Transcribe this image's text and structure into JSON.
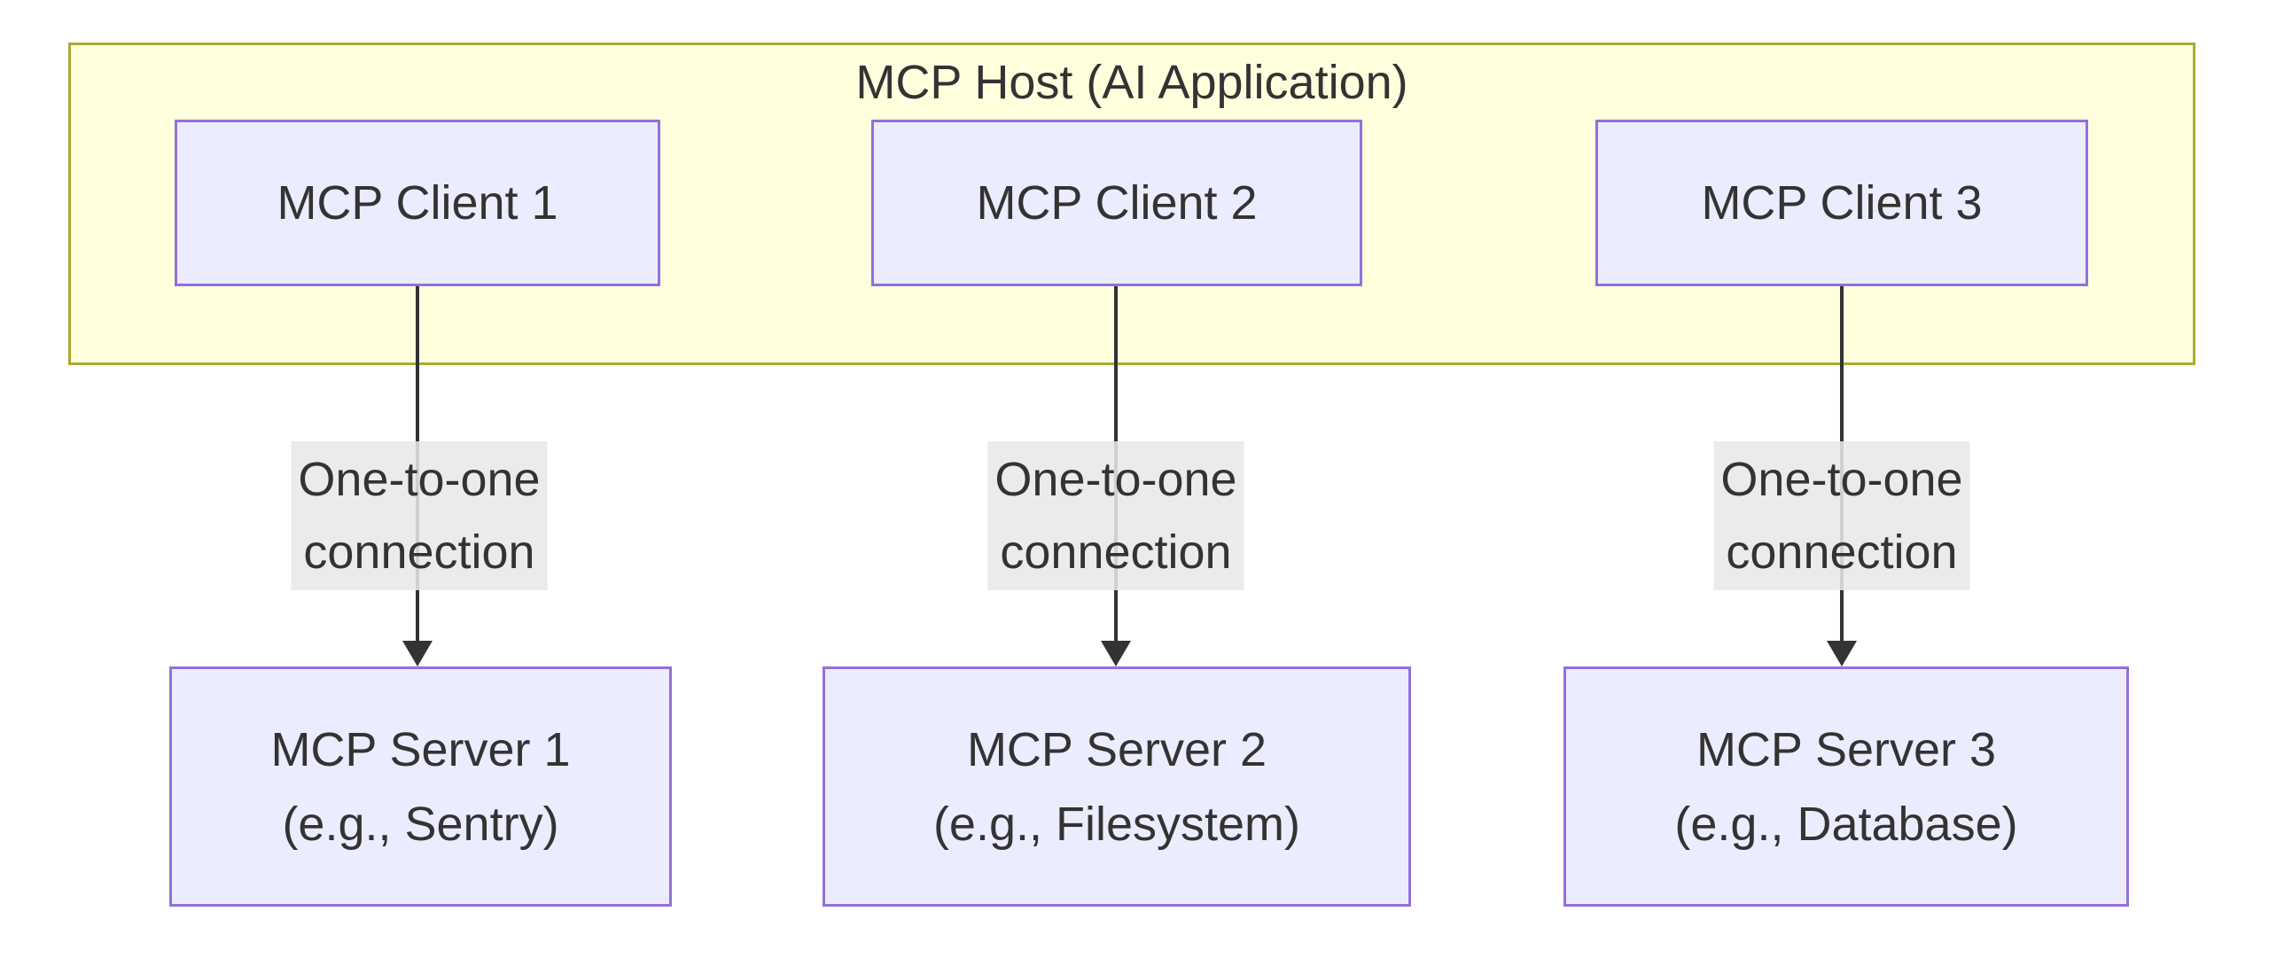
{
  "host": {
    "title": "MCP Host (AI Application)"
  },
  "clients": [
    {
      "label": "MCP Client 1"
    },
    {
      "label": "MCP Client 2"
    },
    {
      "label": "MCP Client 3"
    }
  ],
  "connections": [
    {
      "label_line1": "One-to-one",
      "label_line2": "connection"
    },
    {
      "label_line1": "One-to-one",
      "label_line2": "connection"
    },
    {
      "label_line1": "One-to-one",
      "label_line2": "connection"
    }
  ],
  "servers": [
    {
      "name": "MCP Server 1",
      "example": "(e.g., Sentry)"
    },
    {
      "name": "MCP Server 2",
      "example": "(e.g., Filesystem)"
    },
    {
      "name": "MCP Server 3",
      "example": "(e.g., Database)"
    }
  ],
  "colors": {
    "host_fill": "#ffffde",
    "host_border": "#aaaa33",
    "node_fill": "#ECECFF",
    "node_border": "#9370DB",
    "edge_label_bg": "#e8e8e8",
    "line": "#333333",
    "text": "#333333"
  }
}
